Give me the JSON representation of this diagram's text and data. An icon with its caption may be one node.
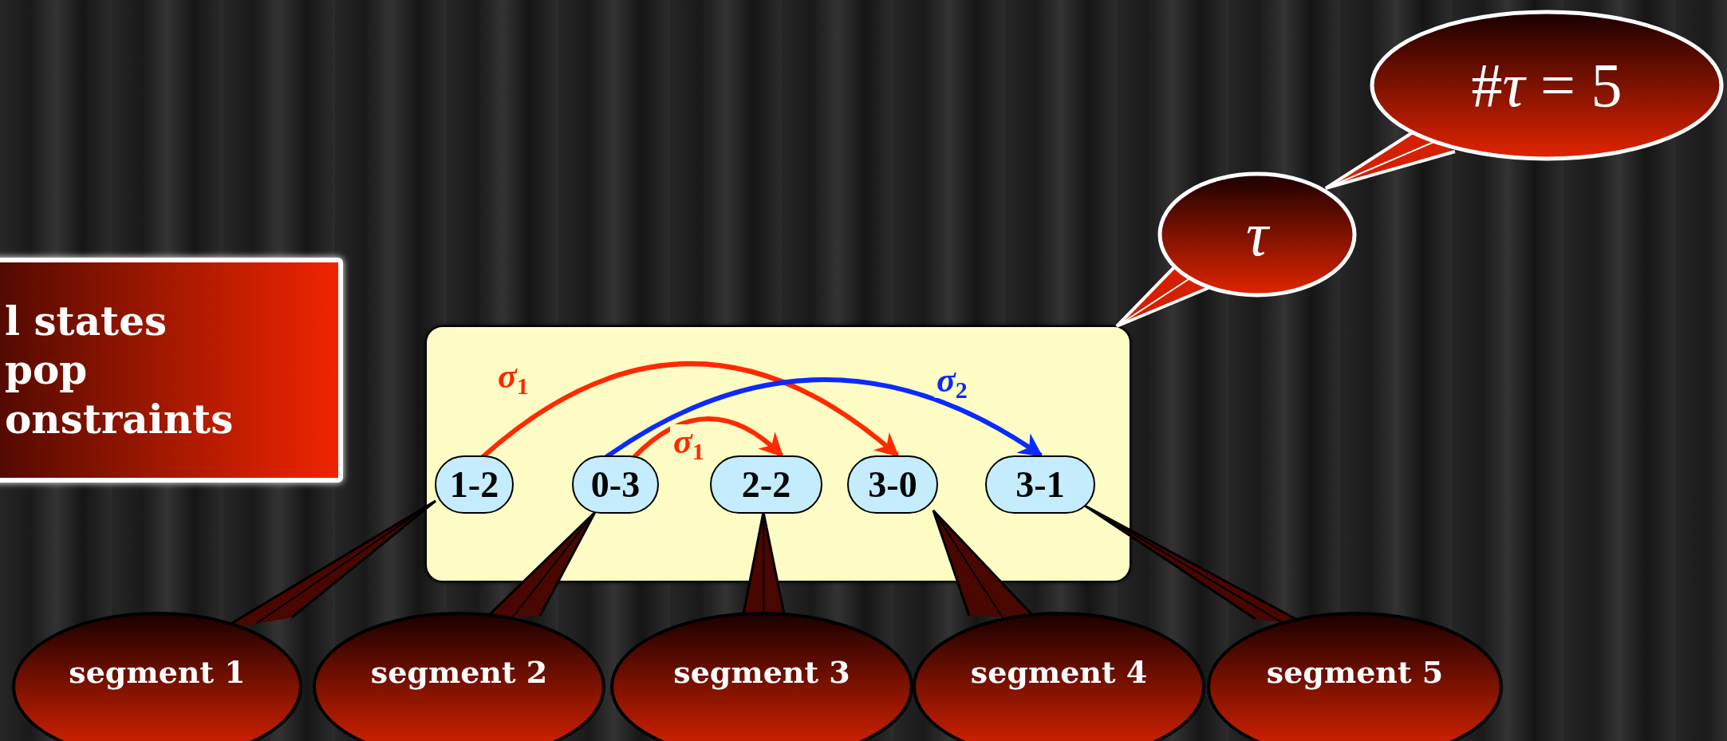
{
  "diagram": {
    "nodes": [
      {
        "text": [
          "l states",
          "pop",
          "onstraints"
        ]
      },
      {
        "text": [],
        "shape": "box"
      },
      {
        "text": [
          "1-2"
        ],
        "in": 1
      },
      {
        "text": [
          "0-3"
        ],
        "in": 1
      },
      {
        "text": [
          "2-2"
        ],
        "in": 1
      },
      {
        "text": [
          "3-0"
        ],
        "in": 1
      },
      {
        "text": [
          "3-1"
        ],
        "in": 1
      },
      {
        "text": [
          "τ"
        ]
      },
      {
        "text": [
          "#*τ* = 5"
        ]
      },
      {
        "text": [
          "segment 1"
        ]
      },
      {
        "text": [
          "segment 2"
        ]
      },
      {
        "text": [
          "segment 3"
        ]
      },
      {
        "text": [
          "segment 4"
        ]
      },
      {
        "text": [
          "segment 5"
        ]
      }
    ],
    "edges": [
      {
        "from": 2,
        "to": 5,
        "arrow": "to",
        "label": "*σ*$_{1}$",
        "color": "#ff2a00",
        "style": "thick"
      },
      {
        "from": 3,
        "to": 4,
        "arrow": "to",
        "label": "*σ*$_{1}$",
        "color": "#ff2a00",
        "style": "thick"
      },
      {
        "from": 3,
        "to": 6,
        "arrow": "to",
        "label": "*σ*$_{2}$",
        "color": "#0a2aff",
        "style": "thick"
      },
      {
        "from": 7,
        "to": 1,
        "arrow": "none",
        "color": "#ffffff"
      },
      {
        "from": 8,
        "to": 7,
        "arrow": "none",
        "color": "#ffffff"
      },
      {
        "from": 9,
        "to": 2,
        "arrow": "none",
        "color": "#000000"
      },
      {
        "from": 10,
        "to": 3,
        "arrow": "none",
        "color": "#000000"
      },
      {
        "from": 11,
        "to": 4,
        "arrow": "none",
        "color": "#000000"
      },
      {
        "from": 12,
        "to": 5,
        "arrow": "none",
        "color": "#000000"
      },
      {
        "from": 13,
        "to": 6,
        "arrow": "none",
        "color": "#000000"
      }
    ]
  }
}
